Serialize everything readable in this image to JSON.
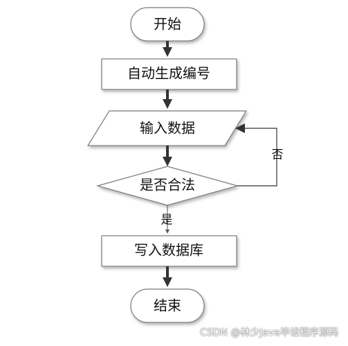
{
  "nodes": {
    "start": "开始",
    "generate_id": "自动生成编号",
    "input_data": "输入数据",
    "is_valid": "是否合法",
    "write_db": "写入数据库",
    "end": "结束"
  },
  "edges": {
    "no_label": "否",
    "yes_label": "是"
  },
  "watermark": "CSDN @林少Java毕设程序源码"
}
